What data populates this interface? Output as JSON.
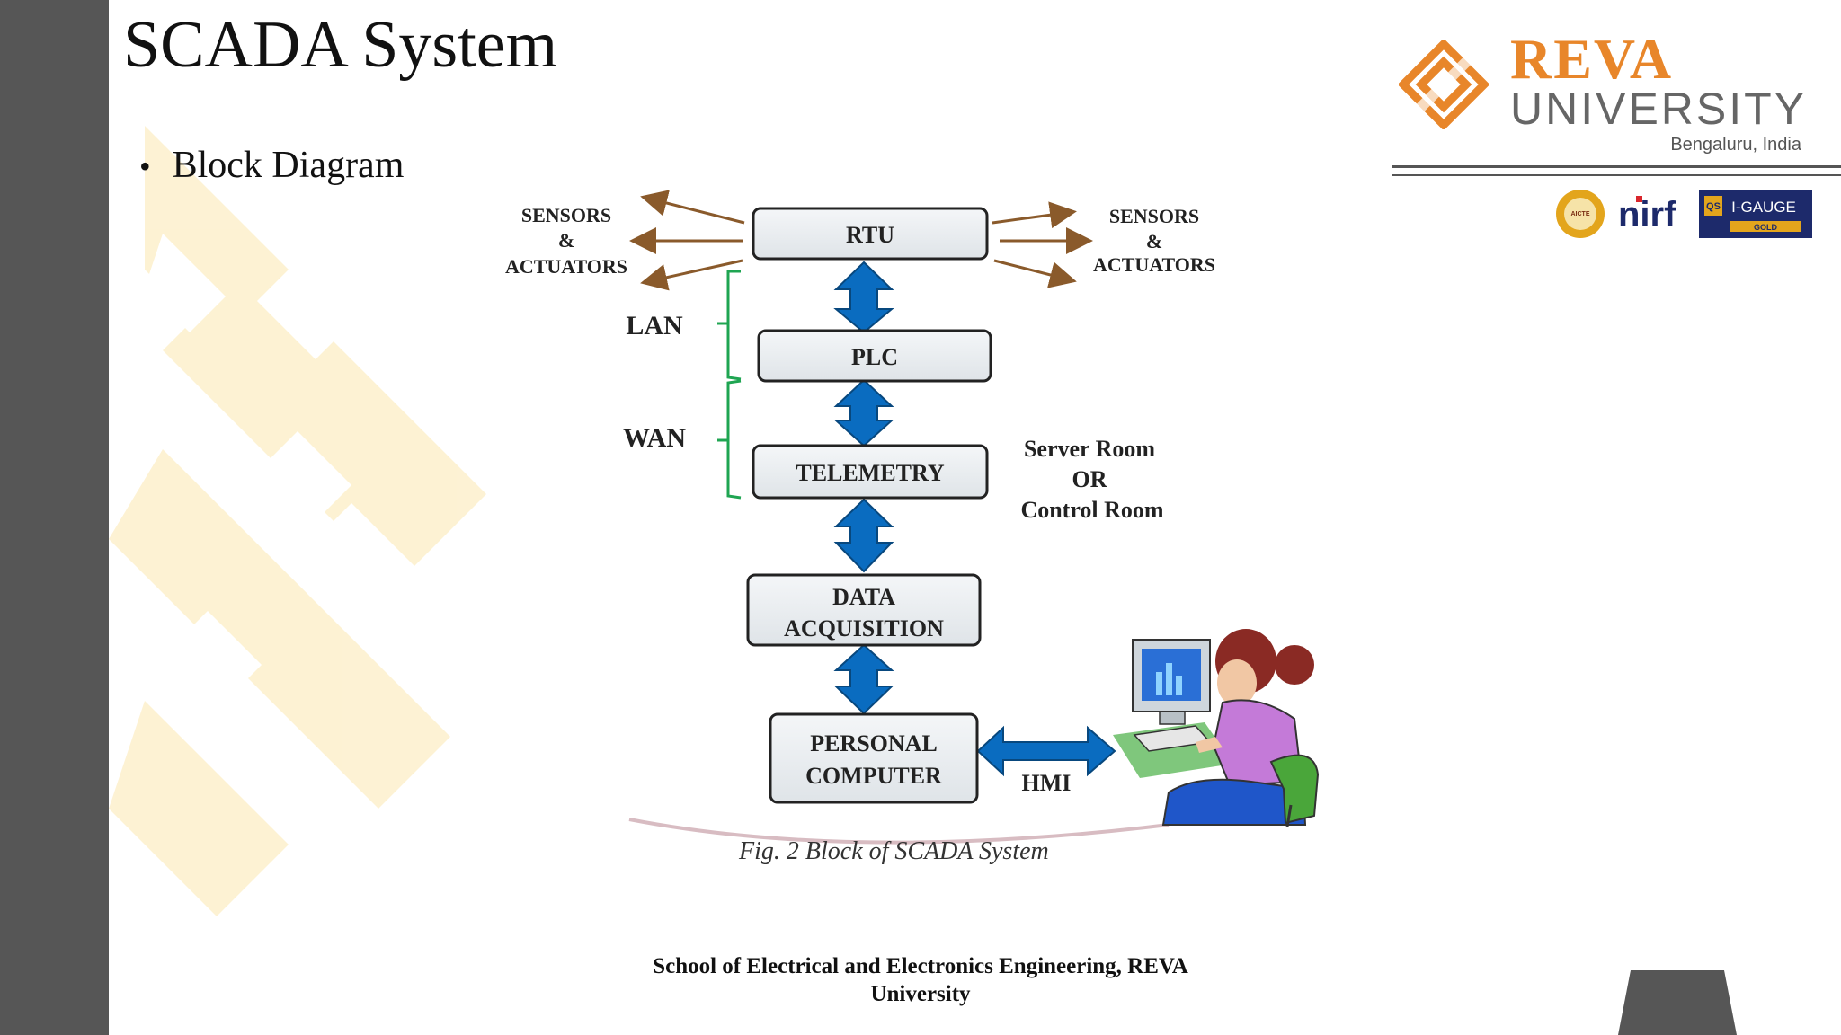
{
  "slide": {
    "title": "SCADA System",
    "bullet": "Block Diagram",
    "caption": "Fig. 2 Block of SCADA System",
    "footer_line1": "School of Electrical and Electronics Engineering, REVA",
    "footer_line2": "University"
  },
  "logo": {
    "name_top": "REVA",
    "name_bottom": "UNIVERSITY",
    "location": "Bengaluru, India",
    "brand_color": "#e8862a"
  },
  "badges": {
    "aicte": "AICTE",
    "nirf": "nirf",
    "igauge": "I-GAUGE",
    "igauge_tier": "GOLD",
    "qs": "QS"
  },
  "diagram": {
    "blocks": {
      "rtu": "RTU",
      "plc": "PLC",
      "telemetry": "TELEMETRY",
      "daq_line1": "DATA",
      "daq_line2": "ACQUISITION",
      "pc_line1": "PERSONAL",
      "pc_line2": "COMPUTER"
    },
    "left_io": {
      "line1": "SENSORS",
      "line2": "&",
      "line3": "ACTUATORS"
    },
    "right_io": {
      "line1": "SENSORS",
      "line2": "&",
      "line3": "ACTUATORS"
    },
    "lan": "LAN",
    "wan": "WAN",
    "room": {
      "line1": "Server Room",
      "line2": "OR",
      "line3": "Control Room"
    },
    "hmi": "HMI",
    "arrow_color": "#0a6cc0"
  },
  "icons": {
    "logo_mark": "reva-knot-icon",
    "operator": "computer-operator-icon"
  }
}
